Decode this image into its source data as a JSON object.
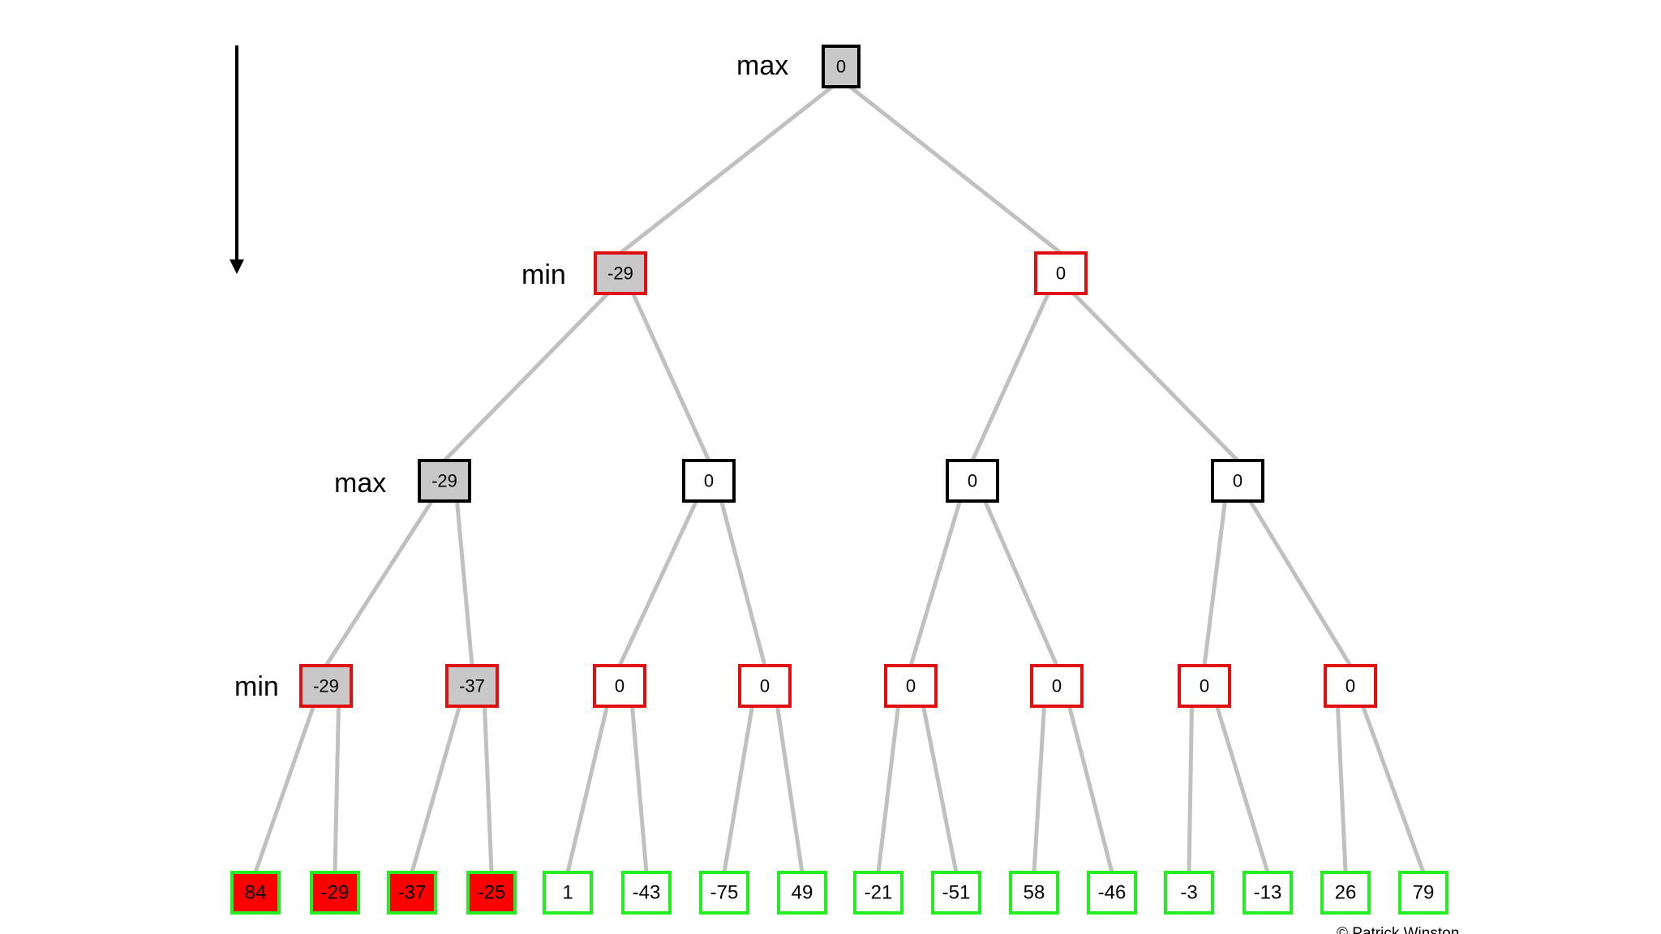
{
  "level_labels": [
    "max",
    "min",
    "max",
    "min"
  ],
  "copyright": "© Patrick Winston",
  "colors": {
    "edge": "#c0c0c0",
    "max_border": "#000000",
    "min_border": "#e01010",
    "leaf_border": "#22ee22",
    "visited_fill": "#c8c8c8",
    "leaf_visited_fill": "#ff0000",
    "unvisited_fill": "#ffffff"
  },
  "tree": {
    "root": {
      "value": "0",
      "visited": true
    },
    "level1": [
      {
        "value": "-29",
        "visited": true
      },
      {
        "value": "0",
        "visited": false
      }
    ],
    "level2": [
      {
        "value": "-29",
        "visited": true
      },
      {
        "value": "0",
        "visited": false
      },
      {
        "value": "0",
        "visited": false
      },
      {
        "value": "0",
        "visited": false
      }
    ],
    "level3": [
      {
        "value": "-29",
        "visited": true
      },
      {
        "value": "-37",
        "visited": true
      },
      {
        "value": "0",
        "visited": false
      },
      {
        "value": "0",
        "visited": false
      },
      {
        "value": "0",
        "visited": false
      },
      {
        "value": "0",
        "visited": false
      },
      {
        "value": "0",
        "visited": false
      },
      {
        "value": "0",
        "visited": false
      }
    ],
    "leaves": [
      {
        "value": "84",
        "visited": true
      },
      {
        "value": "-29",
        "visited": true
      },
      {
        "value": "-37",
        "visited": true
      },
      {
        "value": "-25",
        "visited": true
      },
      {
        "value": "1",
        "visited": false
      },
      {
        "value": "-43",
        "visited": false
      },
      {
        "value": "-75",
        "visited": false
      },
      {
        "value": "49",
        "visited": false
      },
      {
        "value": "-21",
        "visited": false
      },
      {
        "value": "-51",
        "visited": false
      },
      {
        "value": "58",
        "visited": false
      },
      {
        "value": "-46",
        "visited": false
      },
      {
        "value": "-3",
        "visited": false
      },
      {
        "value": "-13",
        "visited": false
      },
      {
        "value": "26",
        "visited": false
      },
      {
        "value": "79",
        "visited": false
      }
    ]
  }
}
